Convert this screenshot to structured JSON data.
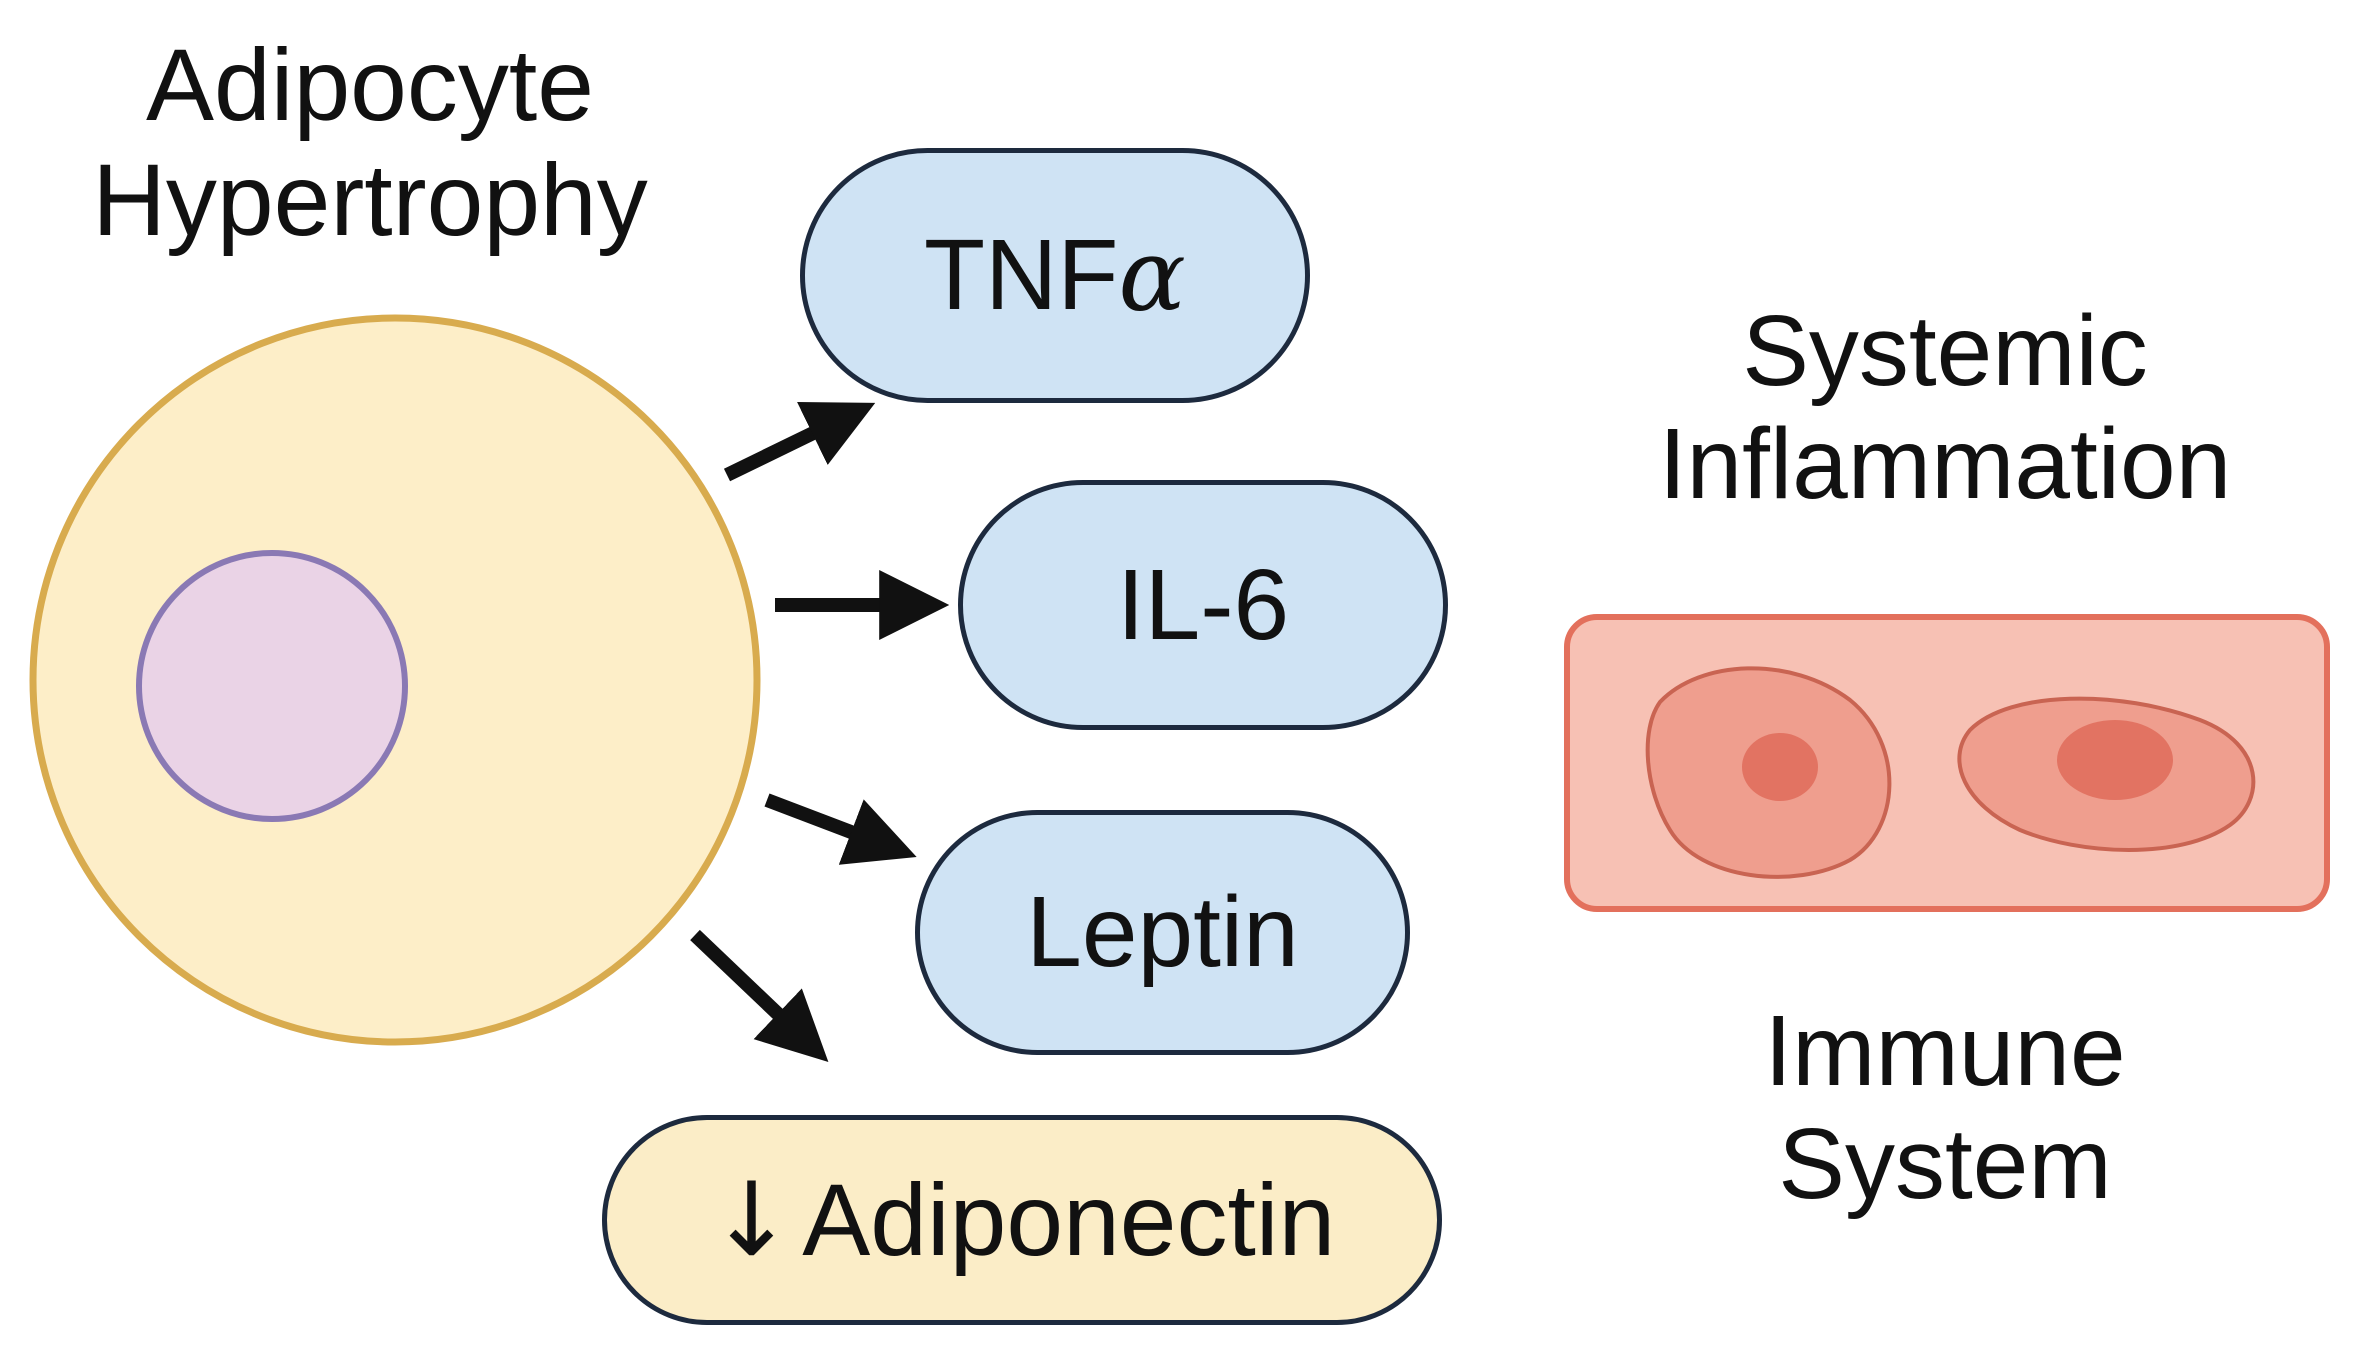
{
  "adipocyte_title": {
    "line1": "Adipocyte",
    "line2": "Hypertrophy"
  },
  "cytokines": {
    "tnf_prefix": "TNF",
    "tnf_symbol": "α",
    "il6": "IL-6",
    "leptin": "Leptin",
    "adiponectin_arrow": "↓",
    "adiponectin": "Adiponectin"
  },
  "systemic_title": {
    "line1": "Systemic",
    "line2": "Inflammation"
  },
  "immune_title": {
    "line1": "Immune",
    "line2": "System"
  },
  "colors": {
    "adipocyte_fill": "#fdeec8",
    "adipocyte_border": "#d8ab4e",
    "nucleus_fill": "#ead3e6",
    "nucleus_border": "#8a79b4",
    "cytokine_fill": "#cfe3f4",
    "cytokine_border": "#1d2a3e",
    "adiponectin_fill": "#fbedc7",
    "immune_panel_fill": "#f7c1b4",
    "immune_panel_border": "#e3705c",
    "immune_cell_fill": "#ef9e8e",
    "immune_nucleus_fill": "#e27362"
  },
  "icons": [
    "adipocyte-cell-icon",
    "nucleus-icon",
    "immune-cell-icon",
    "arrow-icon"
  ]
}
